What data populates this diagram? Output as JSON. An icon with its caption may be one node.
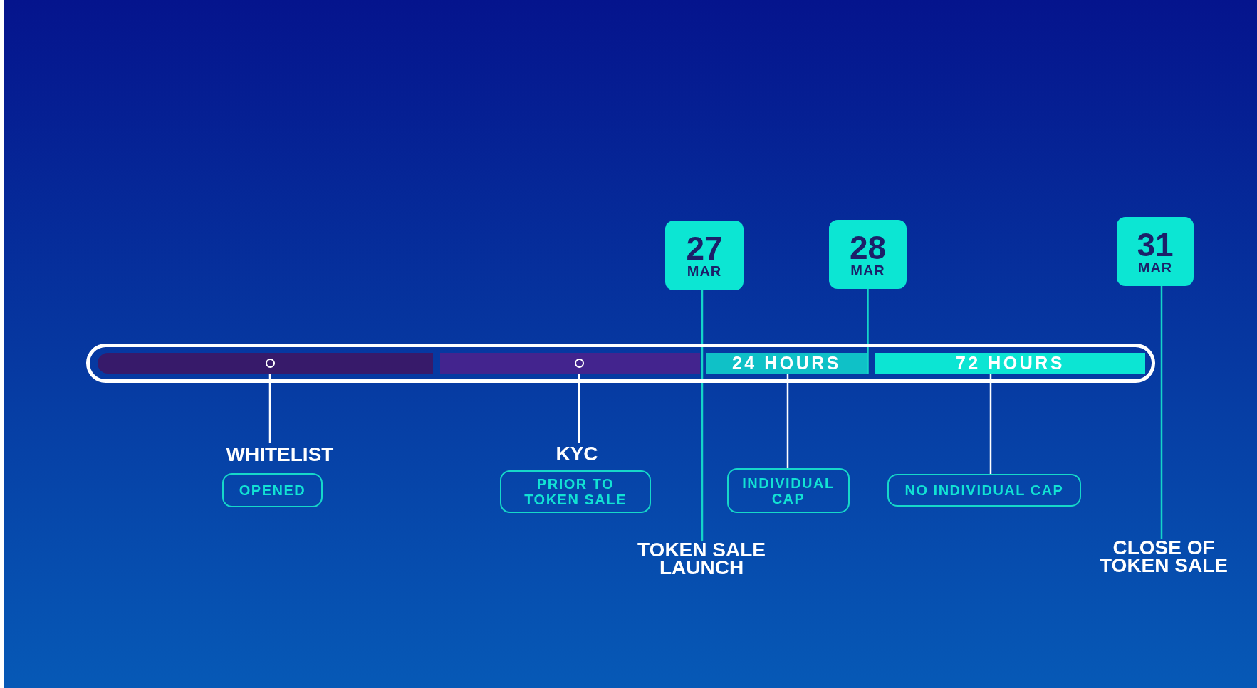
{
  "diagram": {
    "nodes": [
      {
        "text": [
          "27",
          "MAR"
        ]
      },
      {
        "text": [
          "28",
          "MAR"
        ]
      },
      {
        "text": [
          "31",
          "MAR"
        ]
      },
      {
        "text": [],
        "shape": "bar"
      },
      {
        "text": [],
        "shape": "bar",
        "in": 3
      },
      {
        "text": [],
        "shape": "circle",
        "in": 4
      },
      {
        "text": [],
        "shape": "bar",
        "in": 3
      },
      {
        "text": [],
        "shape": "circle",
        "in": 6
      },
      {
        "text": [
          "24 HOURS"
        ],
        "in": 3
      },
      {
        "text": [
          "72 HOURS"
        ],
        "in": 3
      },
      {
        "text": [
          "WHITELIST"
        ]
      },
      {
        "text": [
          "OPENED"
        ]
      },
      {
        "text": [
          "KYC"
        ]
      },
      {
        "text": [
          "PRIOR TO TOKEN SALE"
        ]
      },
      {
        "text": [
          "INDIVIDUAL CAP"
        ]
      },
      {
        "text": [
          "NO INDIVIDUAL CAP"
        ]
      },
      {
        "text": [
          "TOKEN SALE LAUNCH"
        ]
      },
      {
        "text": [
          "CLOSE OF TOKEN SALE"
        ]
      }
    ],
    "edges": [
      {
        "from": 0,
        "to": 16,
        "arrow": "none",
        "color": "#14d4c8"
      },
      {
        "from": 1,
        "to": 8,
        "arrow": "none",
        "color": "#14d4c8"
      },
      {
        "from": 2,
        "to": 17,
        "arrow": "none",
        "color": "#14d4c8"
      },
      {
        "from": 5,
        "to": 10,
        "arrow": "none"
      },
      {
        "from": 7,
        "to": 12,
        "arrow": "none"
      },
      {
        "from": 8,
        "to": 14,
        "arrow": "none"
      },
      {
        "from": 9,
        "to": 15,
        "arrow": "none"
      }
    ]
  }
}
